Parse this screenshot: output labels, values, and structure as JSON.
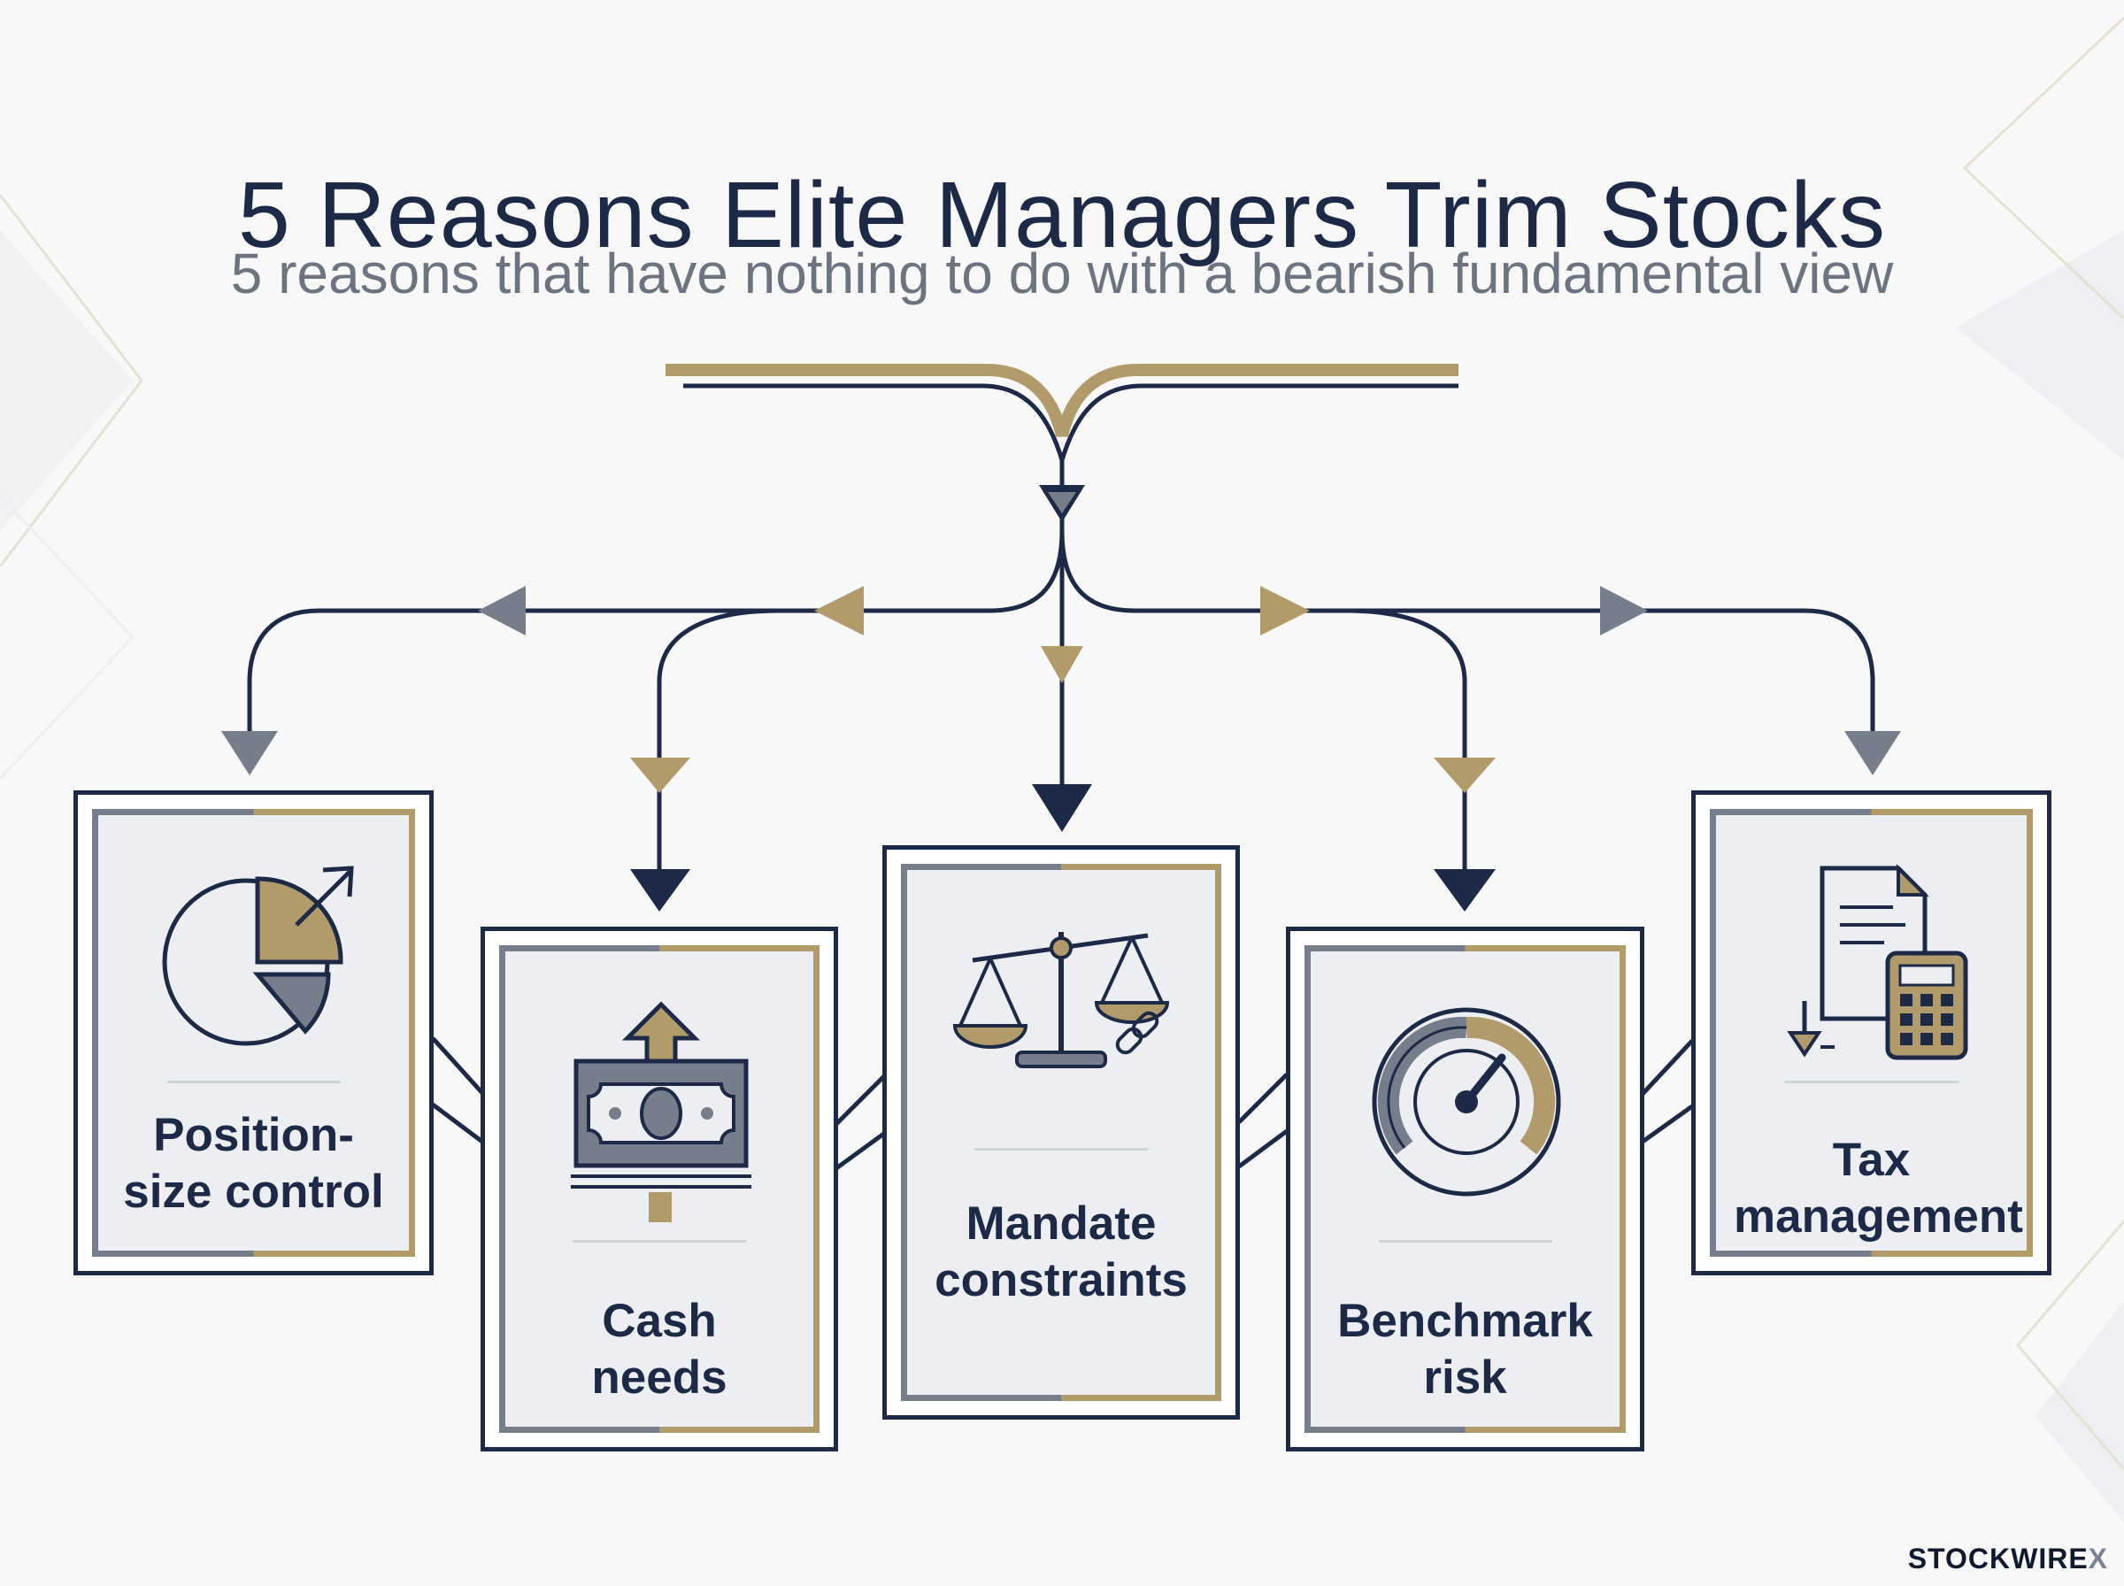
{
  "header": {
    "title": "5 Reasons Elite Managers Trim Stocks",
    "subtitle": "5 reasons that have nothing to do with a bearish fundamental view"
  },
  "colors": {
    "navy": "#1c2a48",
    "gold": "#b29b6a",
    "slate": "#767e8c",
    "card_fill": "#eceef2",
    "background": "#f8f8f9"
  },
  "reasons": [
    {
      "label": "Position-size control",
      "icon": "pie-chart-arrow-icon"
    },
    {
      "label": "Cash needs",
      "icon": "banknote-up-arrow-icon"
    },
    {
      "label": "Mandate constraints",
      "icon": "scales-chain-icon"
    },
    {
      "label": "Benchmark risk",
      "icon": "speedometer-gauge-icon"
    },
    {
      "label": "Tax management",
      "icon": "document-calculator-icon"
    }
  ],
  "brand": {
    "name": "STOCKWIRE",
    "mark": "X"
  }
}
